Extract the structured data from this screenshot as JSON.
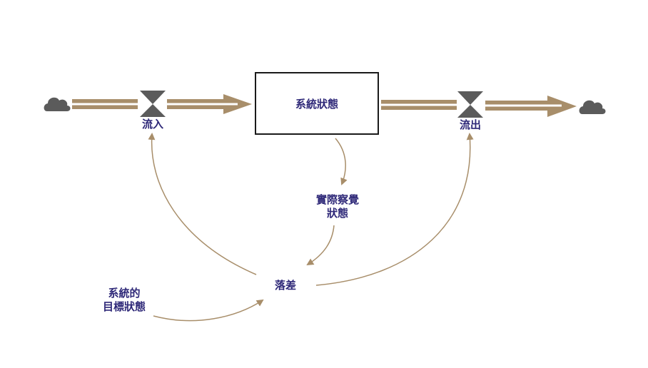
{
  "diagram": {
    "stock": {
      "label": "系統狀態"
    },
    "inflow": {
      "label": "流入"
    },
    "outflow": {
      "label": "流出"
    },
    "perceived": {
      "line1": "實際察覺",
      "line2": "狀態"
    },
    "gap": {
      "label": "落差"
    },
    "goal": {
      "line1": "系統的",
      "line2": "目標狀態"
    }
  },
  "colors": {
    "pipe": "#a88e6a",
    "pipe_inner": "#ffffff",
    "link": "#a88e6a",
    "valve": "#5b5b5b",
    "cloud": "#5b5b5b",
    "stock_border": "#1a1a1a",
    "label": "#2e2878"
  }
}
